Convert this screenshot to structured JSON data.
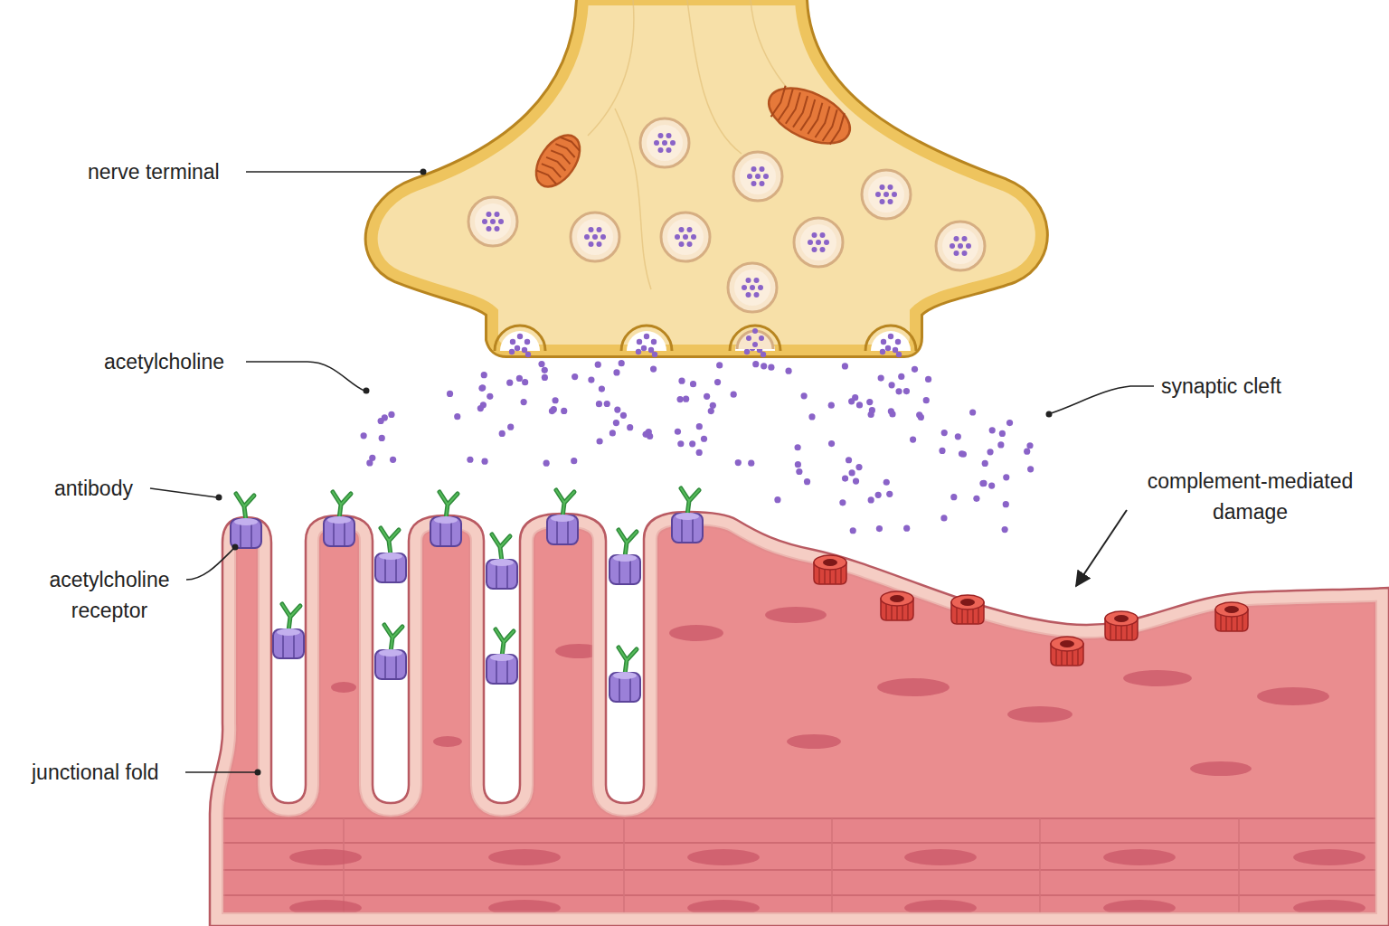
{
  "diagram": {
    "labels": [
      "nerve terminal",
      "acetylcholine",
      "synaptic cleft",
      "antibody",
      "complement-mediated damage",
      "acetylcholine receptor",
      "junctional fold"
    ]
  }
}
